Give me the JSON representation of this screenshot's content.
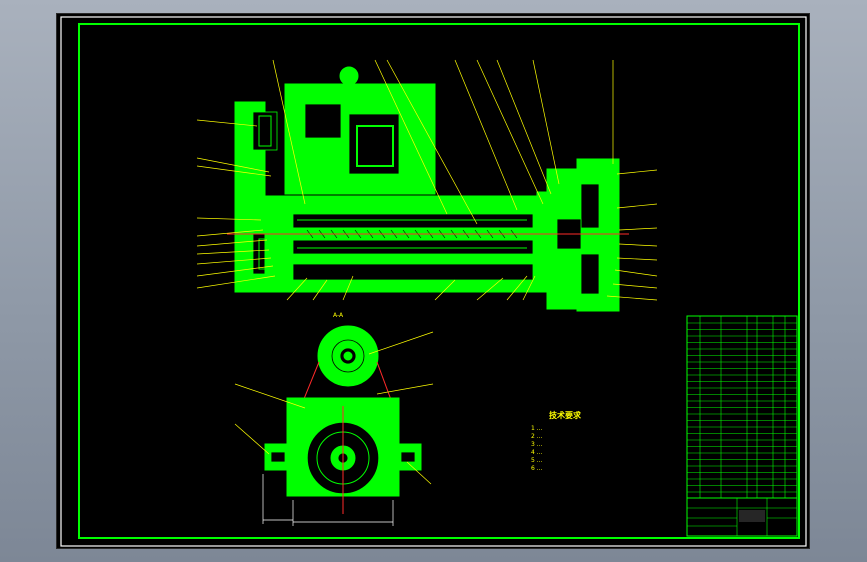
{
  "section_label": "A-A",
  "tech_req_title": "技术要求",
  "tech_req_lines": [
    "1  ...",
    "2  ...",
    "3  ...",
    "4  ...",
    "5  ...",
    "6  ..."
  ],
  "colors": {
    "background": "#000000",
    "part": "#00ff00",
    "leader": "#ffff00",
    "centerline": "#ff2a2a",
    "frame": "#ffffff"
  }
}
